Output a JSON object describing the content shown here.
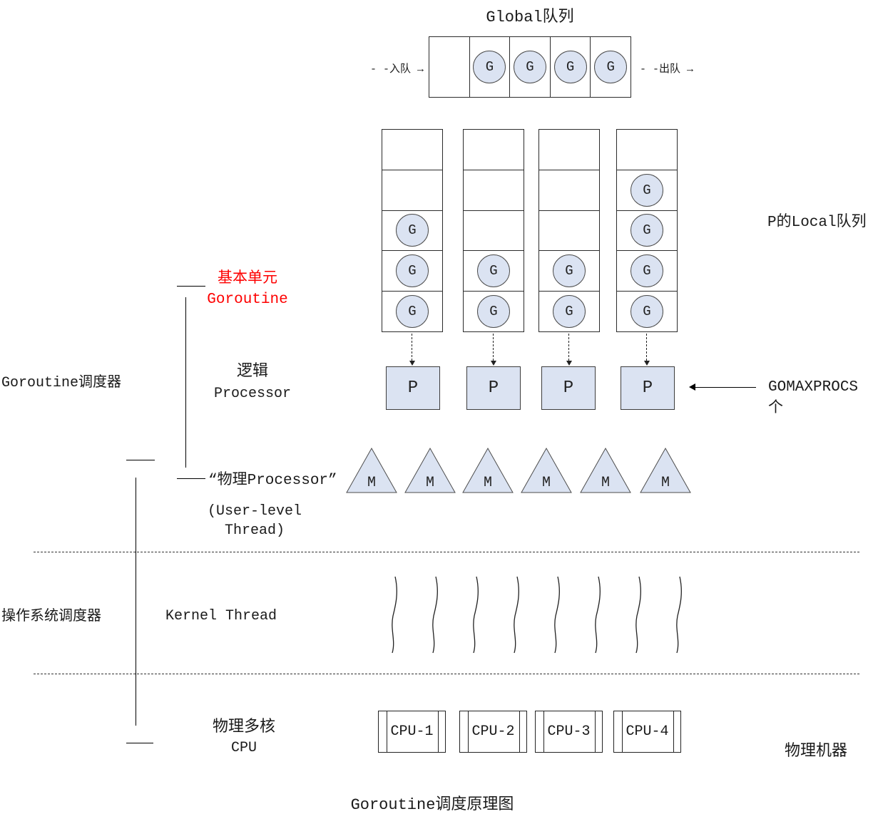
{
  "colors": {
    "shape_fill": "#dbe3f2",
    "shape_border": "#3c3c3c",
    "accent_red": "#fe0000",
    "line": "#000000"
  },
  "global_queue": {
    "title": "Global队列",
    "enqueue": "- -入队 →",
    "dequeue": "- -出队 →",
    "cells": [
      "",
      "G",
      "G",
      "G",
      "G"
    ]
  },
  "local_queues": {
    "label": "P的Local队列",
    "columns": [
      [
        "",
        "",
        "G",
        "G",
        "G"
      ],
      [
        "",
        "",
        "",
        "G",
        "G"
      ],
      [
        "",
        "",
        "",
        "G",
        "G"
      ],
      [
        "",
        "G",
        "G",
        "G",
        "G"
      ]
    ]
  },
  "processors": {
    "label_line1": "逻辑",
    "label_line2": "Processor",
    "p_labels": [
      "P",
      "P",
      "P",
      "P"
    ],
    "gomaxprocs": "GOMAXPROCS个"
  },
  "goroutine_unit": {
    "line1": "基本单元",
    "line2": "Goroutine"
  },
  "left_labels": {
    "go_scheduler": "Goroutine调度器",
    "os_scheduler": "操作系统调度器"
  },
  "m_threads": {
    "label": "“物理Processor”",
    "sub1": "(User-level",
    "sub2": "Thread)",
    "labels": [
      "M",
      "M",
      "M",
      "M",
      "M",
      "M"
    ]
  },
  "kernel": {
    "label": "Kernel Thread"
  },
  "cpu_row": {
    "line1": "物理多核",
    "line2": "CPU",
    "boxes": [
      "CPU-1",
      "CPU-2",
      "CPU-3",
      "CPU-4"
    ],
    "machine": "物理机器"
  },
  "footer": {
    "title": "Goroutine调度原理图"
  }
}
